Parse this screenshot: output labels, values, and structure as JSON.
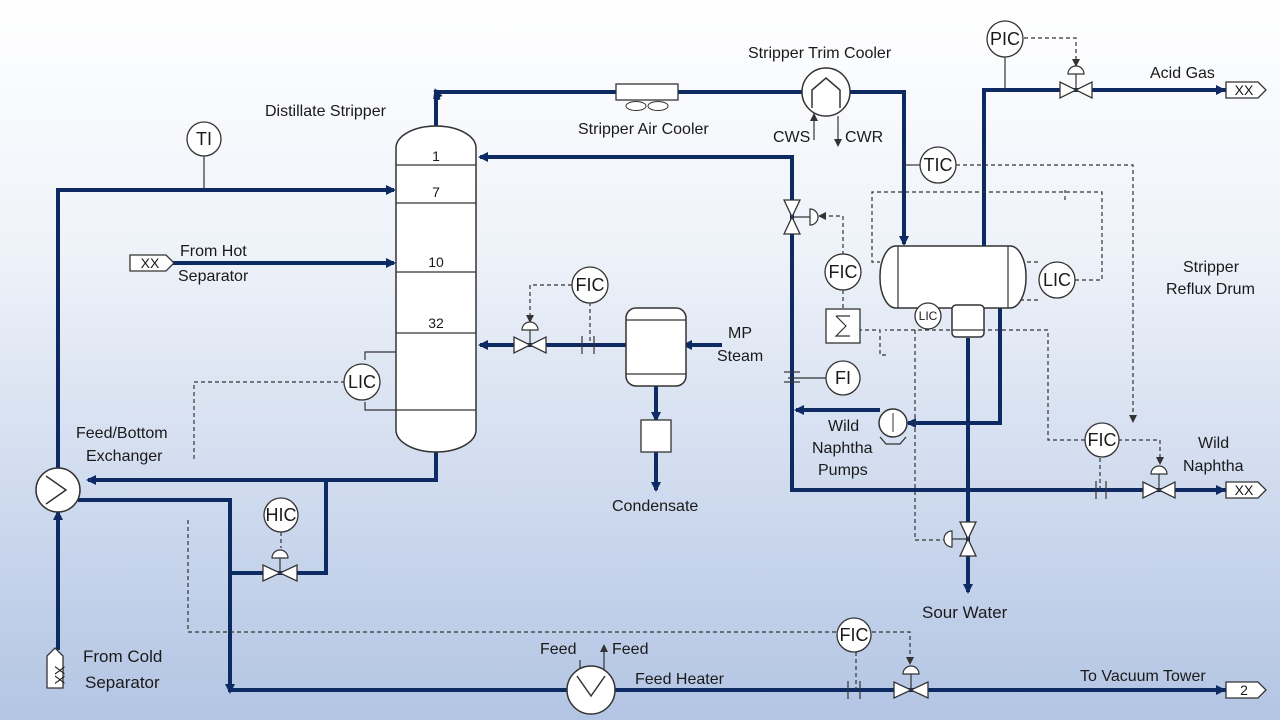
{
  "labels": {
    "distillate_stripper": "Distillate Stripper",
    "stripper_air_cooler": "Stripper Air Cooler",
    "stripper_trim_cooler": "Stripper Trim Cooler",
    "cws": "CWS",
    "cwr": "CWR",
    "acid_gas": "Acid Gas",
    "from_hot_separator_1": "From Hot",
    "from_hot_separator_2": "Separator",
    "mp_steam_1": "MP",
    "mp_steam_2": "Steam",
    "condensate": "Condensate",
    "stripper_reflux_drum_1": "Stripper",
    "stripper_reflux_drum_2": "Reflux Drum",
    "wild_naphtha_pumps_1": "Wild",
    "wild_naphtha_pumps_2": "Naphtha",
    "wild_naphtha_pumps_3": "Pumps",
    "wild_naphtha_1": "Wild",
    "wild_naphtha_2": "Naphtha",
    "feed_bottom_exchanger_1": "Feed/Bottom",
    "feed_bottom_exchanger_2": "Exchanger",
    "sour_water": "Sour Water",
    "from_cold_separator_1": "From Cold",
    "from_cold_separator_2": "Separator",
    "feed_in": "Feed",
    "feed_out": "Feed",
    "feed_heater": "Feed Heater",
    "to_vacuum_tower": "To Vacuum Tower"
  },
  "trays": [
    "1",
    "7",
    "10",
    "32"
  ],
  "instruments": {
    "ti": "TI",
    "pic": "PIC",
    "tic": "TIC",
    "fic_steam": "FIC",
    "fic_reflux": "FIC",
    "lic_drum": "LIC",
    "lic_boot": "LIC",
    "fi": "FI",
    "lic_column": "LIC",
    "hic": "HIC",
    "fic_naphtha": "FIC",
    "fic_feed": "FIC"
  },
  "tags": {
    "acid_gas": "XX",
    "hot_separator": "XX",
    "wild_naphtha": "XX",
    "cold_separator": "XX",
    "vacuum_tower": "2"
  },
  "colors": {
    "pipe": "#0d2a63",
    "signal": "#333333"
  }
}
